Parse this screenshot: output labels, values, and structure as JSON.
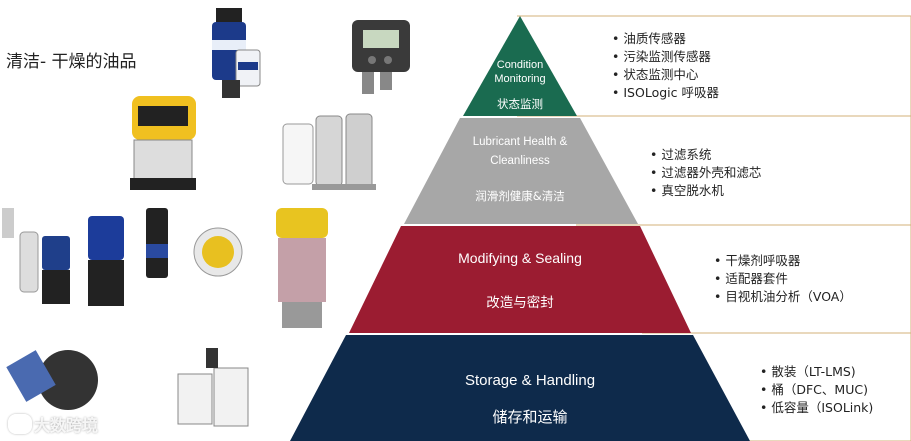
{
  "heading": "清洁- 干燥的油品",
  "tiers": [
    {
      "en": "Condition\nMonitoring",
      "zh": "状态监测",
      "color": "#1a6b50",
      "items": [
        "油质传感器",
        "污染监测传感器",
        "状态监测中心",
        "ISOLogic 呼吸器"
      ]
    },
    {
      "en": "Lubricant Health &\nCleanliness",
      "zh": "润滑剂健康&清洁",
      "color": "#a7a7a7",
      "items": [
        "过滤系统",
        "过滤器外壳和滤芯",
        "真空脱水机"
      ]
    },
    {
      "en": "Modifying & Sealing",
      "zh": "改造与密封",
      "color": "#9b1c31",
      "items": [
        "干燥剂呼吸器",
        "适配器套件",
        "目视机油分析（VOA）"
      ]
    },
    {
      "en": "Storage & Handling",
      "zh": "储存和运输",
      "color": "#0e2a4b",
      "items": [
        "散装（LT-LMS)",
        "桶（DFC、MUC)",
        "低容量（ISOLink)"
      ]
    }
  ],
  "callout_border_color": "#d3b07a",
  "watermark": "大数跨境"
}
